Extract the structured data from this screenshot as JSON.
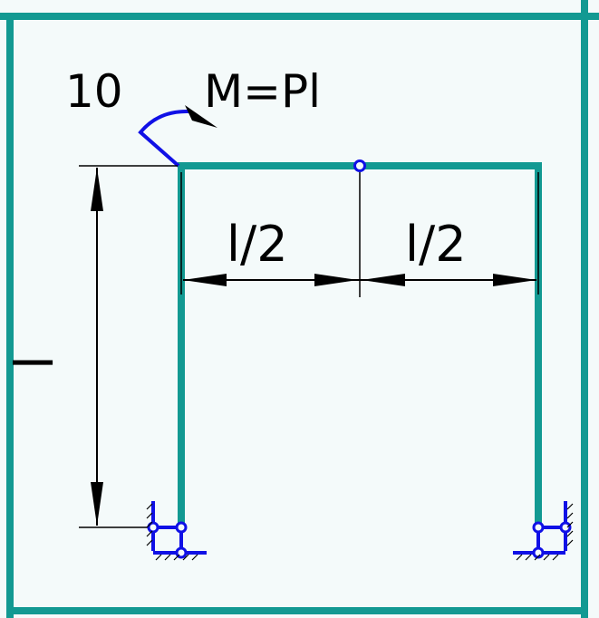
{
  "problem_number": "10",
  "moment_label": "M=Pl",
  "dim_half_left": "l/2",
  "dim_half_right": "l/2",
  "dim_height": "l",
  "colors": {
    "frame": "#129992",
    "support": "#1010e6",
    "dimension": "#000000",
    "background": "#f4fafa"
  }
}
